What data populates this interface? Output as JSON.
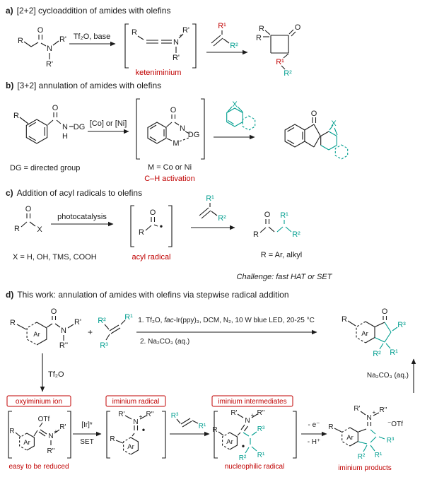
{
  "colors": {
    "black": "#1b1b1b",
    "red": "#c00000",
    "teal": "#009e8f",
    "background": "#ffffff"
  },
  "atoms": {
    "O": "O",
    "N": "N",
    "H": "H",
    "X": "X",
    "M": "M",
    "R": "R",
    "Rp": "R'",
    "Rpp": "R''",
    "R1": "R¹",
    "R2": "R²",
    "R3": "R³",
    "DG": "DG",
    "Ar": "Ar",
    "plus": "+",
    "radical_dot": "•",
    "OTf": "OTf",
    "OTf_anion": "⁻OTf"
  },
  "panel_a": {
    "label": "a)",
    "title": "[2+2] cycloaddition of amides with olefins",
    "arrow_reagents": "Tf₂O, base",
    "intermediate_caption": "keteniminium"
  },
  "panel_b": {
    "label": "b)",
    "title": "[3+2] annulation of amides with olefins",
    "dg_note": "DG = directed group",
    "arrow_reagents": "[Co] or [Ni]",
    "metal_note": "M = Co or Ni",
    "intermediate_caption": "C–H activation"
  },
  "panel_c": {
    "label": "c)",
    "title": "Addition of acyl radicals to olefins",
    "arrow_reagents": "photocatalysis",
    "x_note": "X = H, OH, TMS, COOH",
    "intermediate_caption": "acyl radical",
    "r_note": "R = Ar, alkyl",
    "challenge_note": "Challenge: fast HAT or SET"
  },
  "panel_d": {
    "label": "d)",
    "title": "This work: annulation of amides with olefins via stepwise radical addition",
    "plus_sign": "+",
    "conditions_line1_pre": "1. Tf₂O, ",
    "conditions_line1_italic": "fac",
    "conditions_line1_post": "-Ir(ppy)₃, DCM, N₂, 10 W blue LED, 20-25 °C",
    "conditions_line2": "2. Na₂CO₃ (aq.)",
    "tf2o_label": "Tf₂O",
    "step1_caption": "oxyiminium ion",
    "step1_note": "easy to be reduced",
    "set_arrow_top": "[Ir]*",
    "set_arrow_bottom": "SET",
    "step2_caption": "iminium radical",
    "step3_caption": "iminium intermediates",
    "step3_note": "nucleophilic radical",
    "ox_arrow_top": "- e⁻",
    "ox_arrow_bottom": "- H⁺",
    "products_caption": "iminium products",
    "na2co3_label": "Na₂CO₃ (aq.)"
  }
}
